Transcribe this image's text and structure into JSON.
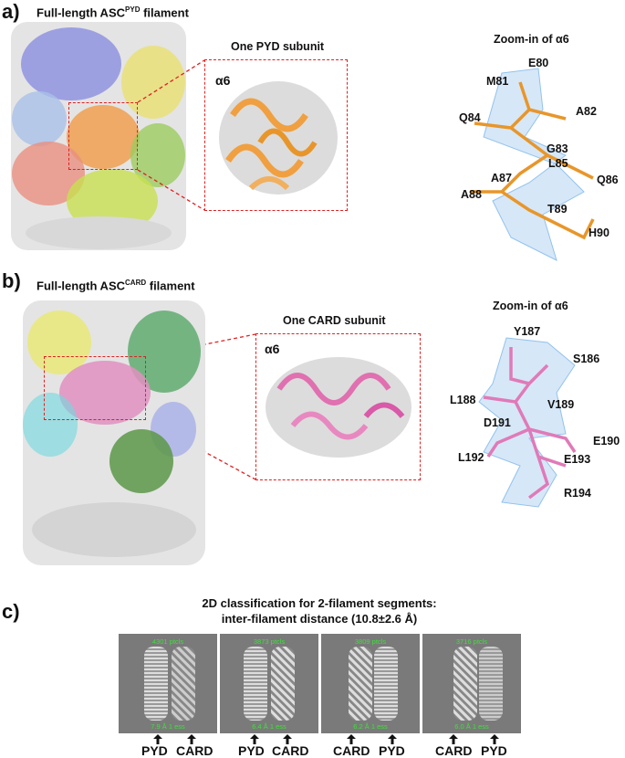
{
  "panel_a": {
    "label": "a)",
    "title_prefix": "Full-length ASC",
    "title_sup": "PYD",
    "title_suffix": " filament",
    "subunit_title": "One PYD subunit",
    "helix_label": "α6",
    "zoom_title": "Zoom-in of α6",
    "residues": [
      "E80",
      "M81",
      "A82",
      "Q84",
      "G83",
      "L85",
      "A87",
      "Q86",
      "A88",
      "T89",
      "H90"
    ],
    "stick_color": "#e8962a"
  },
  "panel_b": {
    "label": "b)",
    "title_prefix": "Full-length ASC",
    "title_sup": "CARD",
    "title_suffix": " filament",
    "subunit_title": "One CARD subunit",
    "helix_label": "α6",
    "zoom_title": "Zoom-in of α6",
    "residues": [
      "Y187",
      "S186",
      "L188",
      "V189",
      "D191",
      "E190",
      "L192",
      "E193",
      "R194"
    ],
    "stick_color": "#e07ab8"
  },
  "panel_c": {
    "label": "c)",
    "title_line1": "2D classification for 2-filament segments:",
    "title_line2": "inter-filament distance (10.8±2.6 Å)",
    "classes": [
      {
        "ptcls": "4301 ptcls",
        "res": "7.9 Å 1 ess",
        "left": "PYD",
        "right": "CARD"
      },
      {
        "ptcls": "3873 ptcls",
        "res": "6.4 Å 1 ess",
        "left": "PYD",
        "right": "CARD"
      },
      {
        "ptcls": "3809 ptcls",
        "res": "6.2 Å 1 ess",
        "left": "CARD",
        "right": "PYD"
      },
      {
        "ptcls": "3716 ptcls",
        "res": "6.0 Å 1 ess",
        "left": "CARD",
        "right": "PYD"
      }
    ]
  },
  "colors": {
    "highlight_box": "#e02020",
    "mesh": "#4a9be0",
    "label_green": "#3ee03a"
  }
}
